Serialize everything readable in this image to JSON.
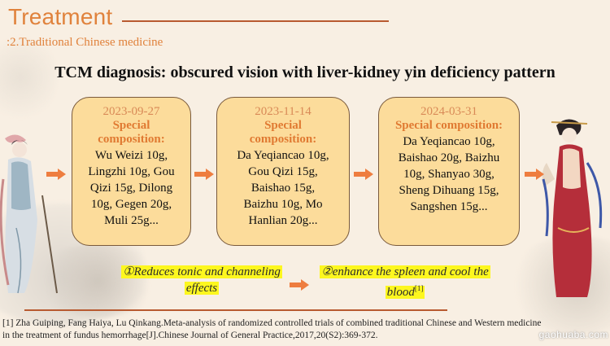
{
  "header": {
    "title": "Treatment",
    "subtitle": ":2.Traditional Chinese medicine"
  },
  "heading": "TCM diagnosis: obscured vision with liver-kidney yin deficiency pattern",
  "timeline": [
    {
      "date": "2023-09-27",
      "label_line1": "Special",
      "label_line2": "composition:",
      "lines": [
        "Wu Weizi 10g,",
        "Lingzhi 10g, Gou",
        "Qizi 15g, Dilong",
        "10g, Gegen 20g,",
        "Muli 25g..."
      ]
    },
    {
      "date": "2023-11-14",
      "label_line1": "Special",
      "label_line2": "composition:",
      "lines": [
        "Da Yeqiancao 10g,",
        "Gou Qizi 15g,",
        "Baishao 15g,",
        "Baizhu 10g, Mo",
        "Hanlian 20g..."
      ]
    },
    {
      "date": "2024-03-31",
      "label_line1": "Special composition:",
      "lines": [
        "Da Yeqiancao 10g,",
        "Baishao 20g, Baizhu",
        "10g, Shanyao 30g,",
        "Sheng Dihuang 15g,",
        "Sangshen 15g..."
      ]
    }
  ],
  "effects": {
    "first_line1": "①Reduces tonic and channeling",
    "first_line2": "effects",
    "second_line1": "②enhance the spleen and cool the",
    "second_line2": "blood",
    "second_ref": "[1]"
  },
  "reference": {
    "line1": "[1] Zha Guiping, Fang Haiya, Lu Qinkang.Meta-analysis of randomized controlled trials of combined traditional Chinese and Western medicine",
    "line2": "in the treatment of fundus hemorrhage[J].Chinese Journal of General Practice,2017,20(S2):369-372."
  },
  "watermark": "gaohuaba.com",
  "colors": {
    "accent": "#e0823c",
    "box_fill": "#fcdc9b",
    "arrow": "#ee7d3f",
    "highlight": "#fdf71f",
    "rule": "#b85a30"
  },
  "icons": [
    "left-figure-illustration",
    "right-figure-illustration",
    "arrow-right-icon"
  ]
}
